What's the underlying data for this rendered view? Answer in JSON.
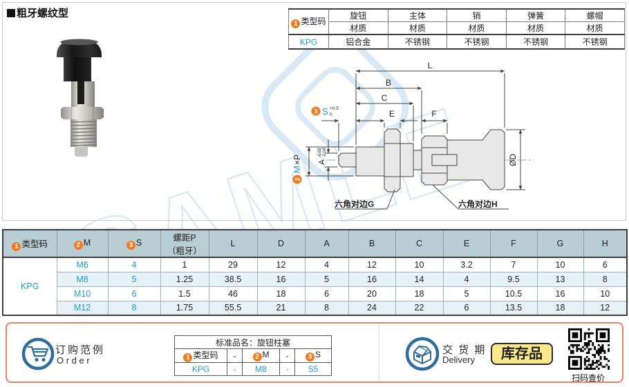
{
  "title": "粗牙螺纹型",
  "nums": {
    "n1": "1",
    "n2": "2",
    "n3": "3"
  },
  "watermark": "SAMLE",
  "material_table": {
    "code_label": "类型码",
    "columns": [
      "旋钮",
      "主体",
      "销",
      "弹簧",
      "螺帽"
    ],
    "sub_label": "材质",
    "code_value": "KPG",
    "values": [
      "铝合金",
      "不锈钢",
      "不锈钢",
      "不锈钢",
      "不锈钢"
    ]
  },
  "drawing": {
    "dim_l": "L",
    "dim_b": "B",
    "dim_c": "C",
    "dim_e": "E",
    "dim_f": "F",
    "dim_s": "S",
    "s_tol_top": "+0.5",
    "s_tol_bottom": "0",
    "dim_m": "M",
    "m_suffix": "×P",
    "dim_a": "A",
    "a_tol_top": "-0.02",
    "a_tol_bottom": "-0.04",
    "dim_d": "ØD",
    "hex_g": "六角对边G",
    "hex_h": "六角对边H"
  },
  "spec_table": {
    "h_code": "类型码",
    "h_m": "M",
    "h_s": "S",
    "h_pitch1": "螺距P",
    "h_pitch2": "（粗牙）",
    "h_rest": [
      "L",
      "D",
      "A",
      "B",
      "C",
      "E",
      "F",
      "G",
      "H"
    ],
    "code": "KPG",
    "rows": [
      [
        "M6",
        "4",
        "1",
        "29",
        "12",
        "4",
        "12",
        "10",
        "3.2",
        "7",
        "10",
        "6"
      ],
      [
        "M8",
        "5",
        "1.25",
        "38.5",
        "16",
        "5",
        "16",
        "14",
        "4",
        "9.5",
        "13",
        "8"
      ],
      [
        "M10",
        "6",
        "1.5",
        "46",
        "18",
        "6",
        "20",
        "18",
        "5",
        "10.5",
        "16",
        "10"
      ],
      [
        "M12",
        "8",
        "1.75",
        "55.5",
        "21",
        "8",
        "24",
        "22",
        "6",
        "13.5",
        "18",
        "12"
      ]
    ]
  },
  "order": {
    "label_cn": "订购范例",
    "label_en": "O r d e r",
    "product_name": "标准品名：旋钮柱塞",
    "h_code": "类型码",
    "h_m": "M",
    "h_s": "S",
    "dash": "-",
    "code": "KPG",
    "m": "M8",
    "s": "S5"
  },
  "delivery": {
    "label_cn": "交 货 期",
    "label_en": "Delivery",
    "stock": "库存品",
    "qr_caption": "扫码查价"
  }
}
